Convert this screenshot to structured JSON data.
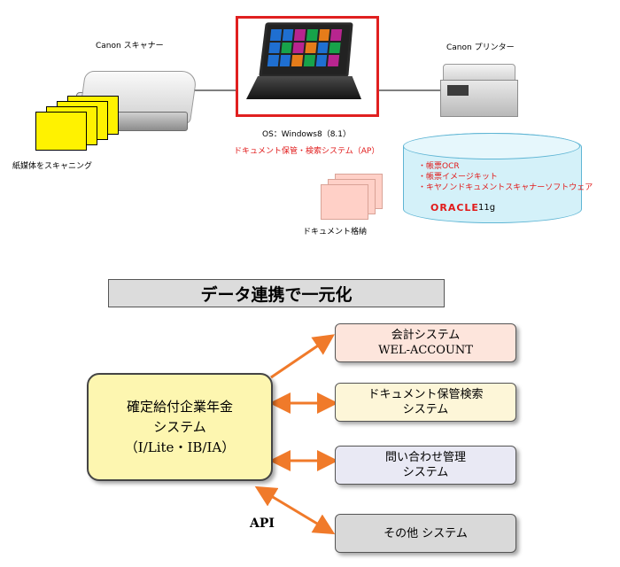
{
  "top": {
    "scanner_label": "Canon スキャナー",
    "scan_paper_label": "紙媒体をスキャニング",
    "laptop_os": "OS：Windows8（8.1）",
    "laptop_app": "ドキュメント保管・検索システム（AP）",
    "printer_label": "Canon プリンター",
    "storage_label": "ドキュメント格納",
    "db_items": [
      "・帳票OCR",
      "・帳票イメージキット",
      "・キヤノンドキュメントスキャナーソフトウェア"
    ],
    "db_brand": "ORACLE",
    "db_version": "11g"
  },
  "bottom": {
    "title": "データ連携で一元化",
    "main_system": [
      "確定給付企業年金",
      "システム",
      "（I/Lite・IB/IA）"
    ],
    "systems": [
      {
        "lines": [
          "会計システム",
          "WEL-ACCOUNT"
        ],
        "fill": "#fde5dc"
      },
      {
        "lines": [
          "ドキュメント保管検索",
          "システム"
        ],
        "fill": "#fdf6d8"
      },
      {
        "lines": [
          "問い合わせ管理",
          "システム"
        ],
        "fill": "#e9e9f4"
      },
      {
        "lines": [
          "その他 システム"
        ],
        "fill": "#d9d9d9"
      }
    ],
    "api_label": "API"
  },
  "colors": {
    "arrow": "#f07a2a",
    "highlight": "#e02020",
    "db_text": "#e11b1b"
  }
}
